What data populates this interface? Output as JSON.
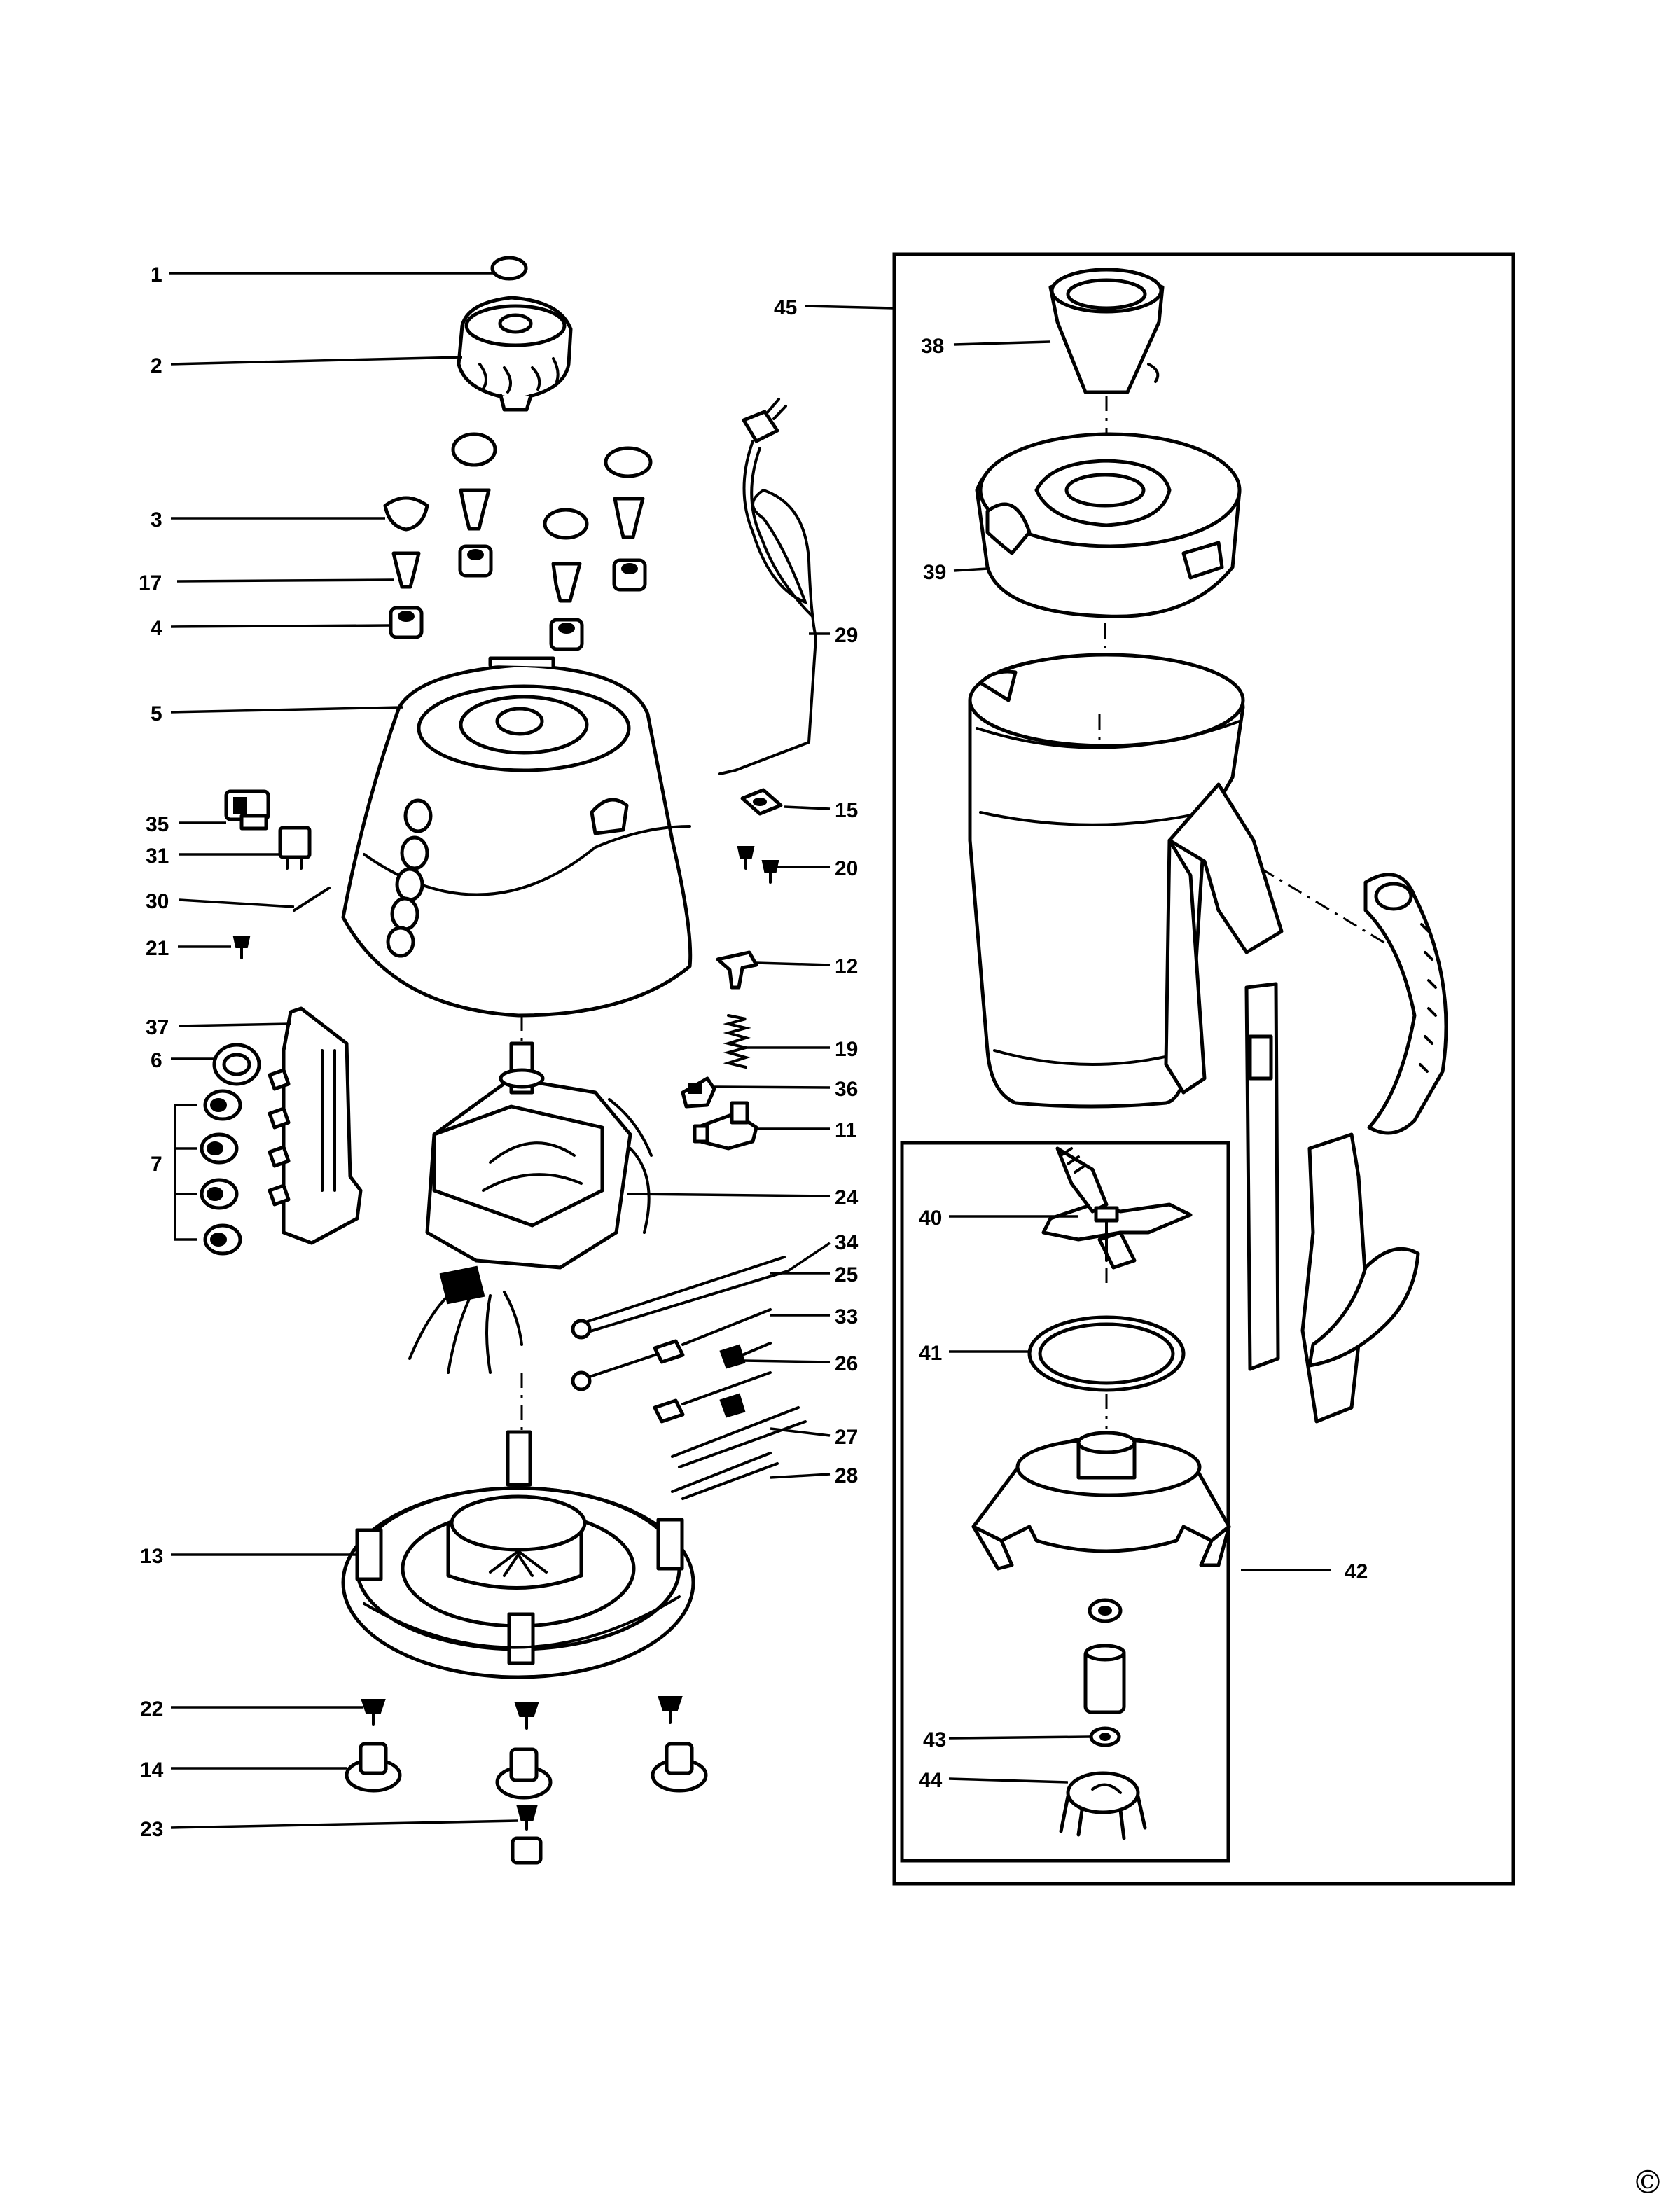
{
  "diagram": {
    "callouts": {
      "c1": "1",
      "c2": "2",
      "c3": "3",
      "c17": "17",
      "c4": "4",
      "c5": "5",
      "c35": "35",
      "c31": "31",
      "c30": "30",
      "c21": "21",
      "c37": "37",
      "c6": "6",
      "c7": "7",
      "c13": "13",
      "c22": "22",
      "c14": "14",
      "c23": "23",
      "c29": "29",
      "c15": "15",
      "c20": "20",
      "c12": "12",
      "c19": "19",
      "c36": "36",
      "c11": "11",
      "c24": "24",
      "c34": "34",
      "c25": "25",
      "c33": "33",
      "c26": "26",
      "c27": "27",
      "c28": "28",
      "c45": "45",
      "c38": "38",
      "c39": "39",
      "c40": "40",
      "c41": "41",
      "c42": "42",
      "c43": "43",
      "c44": "44"
    },
    "copyright_symbol": "©"
  }
}
